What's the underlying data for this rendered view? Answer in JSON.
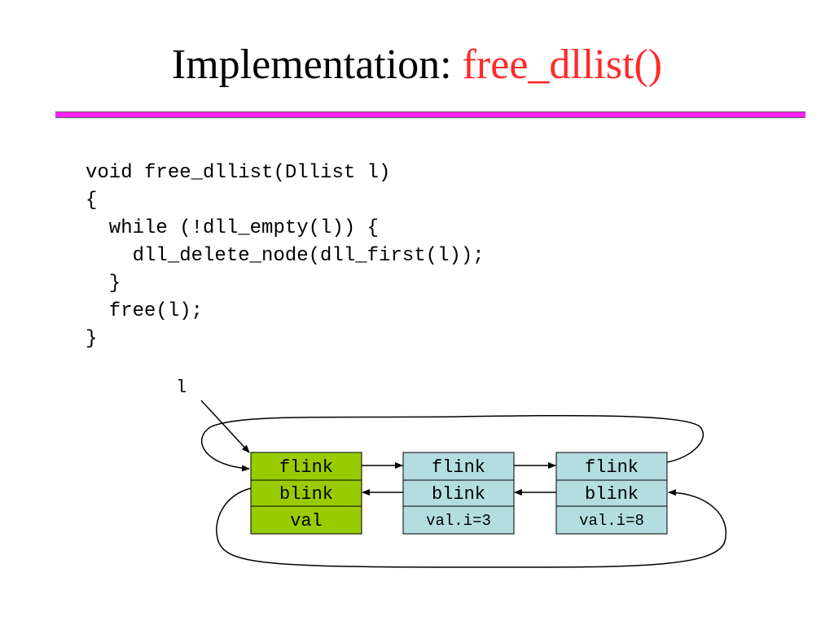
{
  "slide": {
    "title_prefix": "Implementation: ",
    "title_accent": "free_dllist()",
    "accent_color": "#ff2a2a",
    "divider_color": "#ff22ff"
  },
  "code": [
    "void free_dllist(Dllist l)",
    "{",
    "  while (!dll_empty(l)) {",
    "    dll_delete_node(dll_first(l));",
    "  }",
    "  free(l);",
    "}"
  ],
  "diagram": {
    "pointer_label": "l",
    "nodes": [
      {
        "flink": "flink",
        "blink": "blink",
        "val": "val",
        "color": "#99cc00"
      },
      {
        "flink": "flink",
        "blink": "blink",
        "val": "val.i=3",
        "color": "#b3dde0"
      },
      {
        "flink": "flink",
        "blink": "blink",
        "val": "val.i=8",
        "color": "#b3dde0"
      }
    ]
  }
}
